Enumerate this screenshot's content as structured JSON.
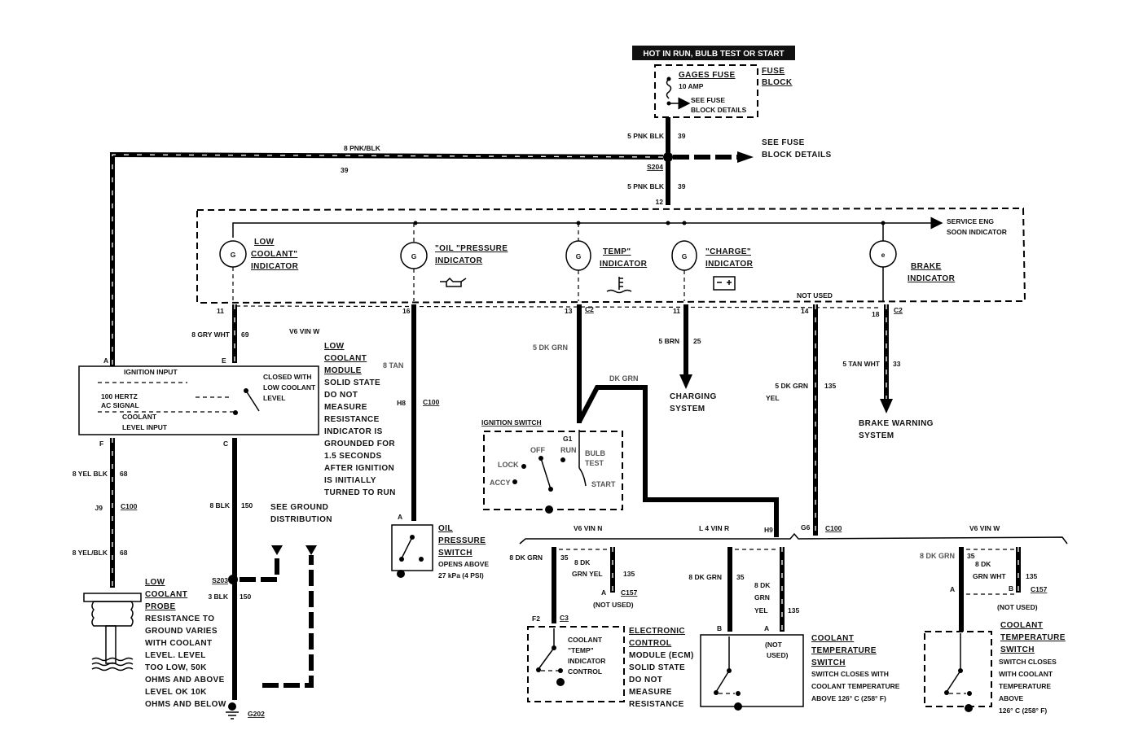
{
  "power": {
    "header": "HOT IN RUN, BULB TEST OR START",
    "fuse_name": "GAGES FUSE",
    "fuse_rating": "10 AMP",
    "fuse_note_1": "SEE FUSE",
    "fuse_note_2": "BLOCK DETAILS",
    "fuse_block_1": "FUSE",
    "fuse_block_2": "BLOCK",
    "wire_top": "5 PNK BLK",
    "circuit_top": "39",
    "splice": "S204",
    "wire_mid": "5 PNK BLK",
    "circuit_mid": "39",
    "cluster_pin": "12",
    "see_fuse_1": "SEE FUSE",
    "see_fuse_2": "BLOCK DETAILS",
    "feed_wire": "8 PNK/BLK",
    "feed_circuit": "39"
  },
  "cluster": {
    "service_1": "SERVICE ENG",
    "service_2": "SOON INDICATOR",
    "indicators": [
      {
        "l1": "LOW",
        "l2": "COOLANT\"",
        "l3": "INDICATOR",
        "pin": "11"
      },
      {
        "l1": "\"OIL \"PRESSURE",
        "l2": "INDICATOR",
        "pin": "16"
      },
      {
        "l1": "TEMP\"",
        "l2": "INDICATOR",
        "pin": "13",
        "conn": "C2"
      },
      {
        "l1": "\"CHARGE\"",
        "l2": "INDICATOR",
        "pin": "11"
      },
      {
        "l1": "BRAKE",
        "l2": "INDICATOR",
        "pin": "18",
        "conn": "C2"
      }
    ],
    "not_used": "NOT USED",
    "pin_14": "14"
  },
  "module": {
    "vin": "V6 VIN W",
    "wire_e": "8 GRY WHT",
    "circuit_e": "69",
    "pin_a": "A",
    "pin_e": "E",
    "pin_f": "F",
    "pin_c": "C",
    "ignition_input": "IGNITION INPUT",
    "hz_1": "100 HERTZ",
    "hz_2": "AC SIGNAL",
    "coolant_1": "COOLANT",
    "coolant_2": "LEVEL INPUT",
    "closed_1": "CLOSED WITH",
    "closed_2": "LOW COOLANT",
    "closed_3": "LEVEL",
    "title_1": "LOW",
    "title_2": "COOLANT",
    "title_3": "MODULE",
    "notes": [
      "SOLID STATE",
      "DO NOT",
      "MEASURE",
      "RESISTANCE",
      "INDICATOR IS",
      "GROUNDED FOR",
      "1.5 SECONDS",
      "AFTER IGNITION",
      "IS INITIALLY",
      "TURNED TO RUN"
    ]
  },
  "probe": {
    "wire_1": "8 YEL BLK",
    "circuit_1": "68",
    "pin": "J9",
    "conn": "C100",
    "wire_2": "8 YEL/BLK",
    "circuit_2": "68",
    "title_1": "LOW",
    "title_2": "COOLANT",
    "title_3": "PROBE",
    "notes": [
      "RESISTANCE TO",
      "GROUND VARIES",
      "WITH COOLANT",
      "LEVEL. LEVEL",
      "TOO LOW, 50K",
      "OHMS AND ABOVE",
      "LEVEL OK 10K",
      "OHMS AND BELOW"
    ]
  },
  "ground": {
    "wire_1": "8 BLK",
    "circuit_1": "150",
    "see_1": "SEE GROUND",
    "see_2": "DISTRIBUTION",
    "splice": "S203",
    "wire_2": "3 BLK",
    "circuit_2": "150",
    "ground_id": "G202"
  },
  "oil": {
    "wire": "8 TAN",
    "pin": "H8",
    "conn": "C100",
    "sw_pin": "A",
    "title_1": "OIL",
    "title_2": "PRESSURE",
    "title_3": "SWITCH",
    "note_1": "OPENS ABOVE",
    "note_2": "27 kPa (4 PSI)"
  },
  "temp": {
    "wire": "5 DK GRN",
    "wire_2": "DK GRN",
    "ign_title": "IGNITION SWITCH",
    "ign_pin": "G1",
    "positions": [
      "OFF",
      "RUN",
      "BULB",
      "TEST",
      "LOCK",
      "ACCY",
      "START"
    ]
  },
  "charge": {
    "wire": "5 BRN",
    "circuit": "25",
    "dest_1": "CHARGING",
    "dest_2": "SYSTEM"
  },
  "brake": {
    "wire": "5 TAN WHT",
    "circuit": "33",
    "dest_1": "BRAKE WARNING",
    "dest_2": "SYSTEM"
  },
  "green": {
    "wire_1": "5 DK GRN",
    "wire_2": "YEL",
    "circuit": "135",
    "pin_h9": "H9",
    "pin_g6": "G6",
    "conn": "C100"
  },
  "vin_n": {
    "label": "V6 VIN N",
    "wire_a": "8 DK GRN",
    "circuit_a": "35",
    "wire_b1": "8 DK",
    "wire_b2": "GRN YEL",
    "circuit_b": "135",
    "pin_a": "A",
    "conn": "C157",
    "not_used": "(NOT USED)",
    "f2": "F2",
    "c3": "C3",
    "inner_1": "COOLANT",
    "inner_2": "\"TEMP\"",
    "inner_3": "INDICATOR",
    "inner_4": "CONTROL",
    "title_1": "ELECTRONIC",
    "title_2": "CONTROL",
    "title_3": "MODULE (ECM)",
    "notes": [
      "SOLID STATE",
      "DO NOT",
      "MEASURE",
      "RESISTANCE"
    ]
  },
  "vin_r": {
    "label": "L 4 VIN R",
    "wire_a": "8 DK GRN",
    "circuit_a": "35",
    "wire_b1": "8 DK",
    "wire_b2": "GRN",
    "wire_b3": "YEL",
    "circuit_b": "135",
    "pin_b": "B",
    "pin_a": "A",
    "inner_1": "(NOT",
    "inner_2": "USED)",
    "title_1": "COOLANT",
    "title_2": "TEMPERATURE",
    "title_3": "SWITCH",
    "notes": [
      "SWITCH CLOSES WITH",
      "COOLANT TEMPERATURE",
      "ABOVE 126° C (258° F)"
    ]
  },
  "vin_w": {
    "label": "V6 VIN W",
    "wire_a": "8 DK GRN",
    "circuit_a": "35",
    "wire_b1": "8 DK",
    "wire_b2": "GRN WHT",
    "circuit_b": "135",
    "pin_a": "A",
    "pin_b": "B",
    "conn": "C157",
    "not_used": "(NOT USED)",
    "title_1": "COOLANT",
    "title_2": "TEMPERATURE",
    "title_3": "SWITCH",
    "notes": [
      "SWITCH CLOSES",
      "WITH COOLANT",
      "TEMPERATURE",
      "ABOVE",
      "126° C (258° F)"
    ]
  }
}
